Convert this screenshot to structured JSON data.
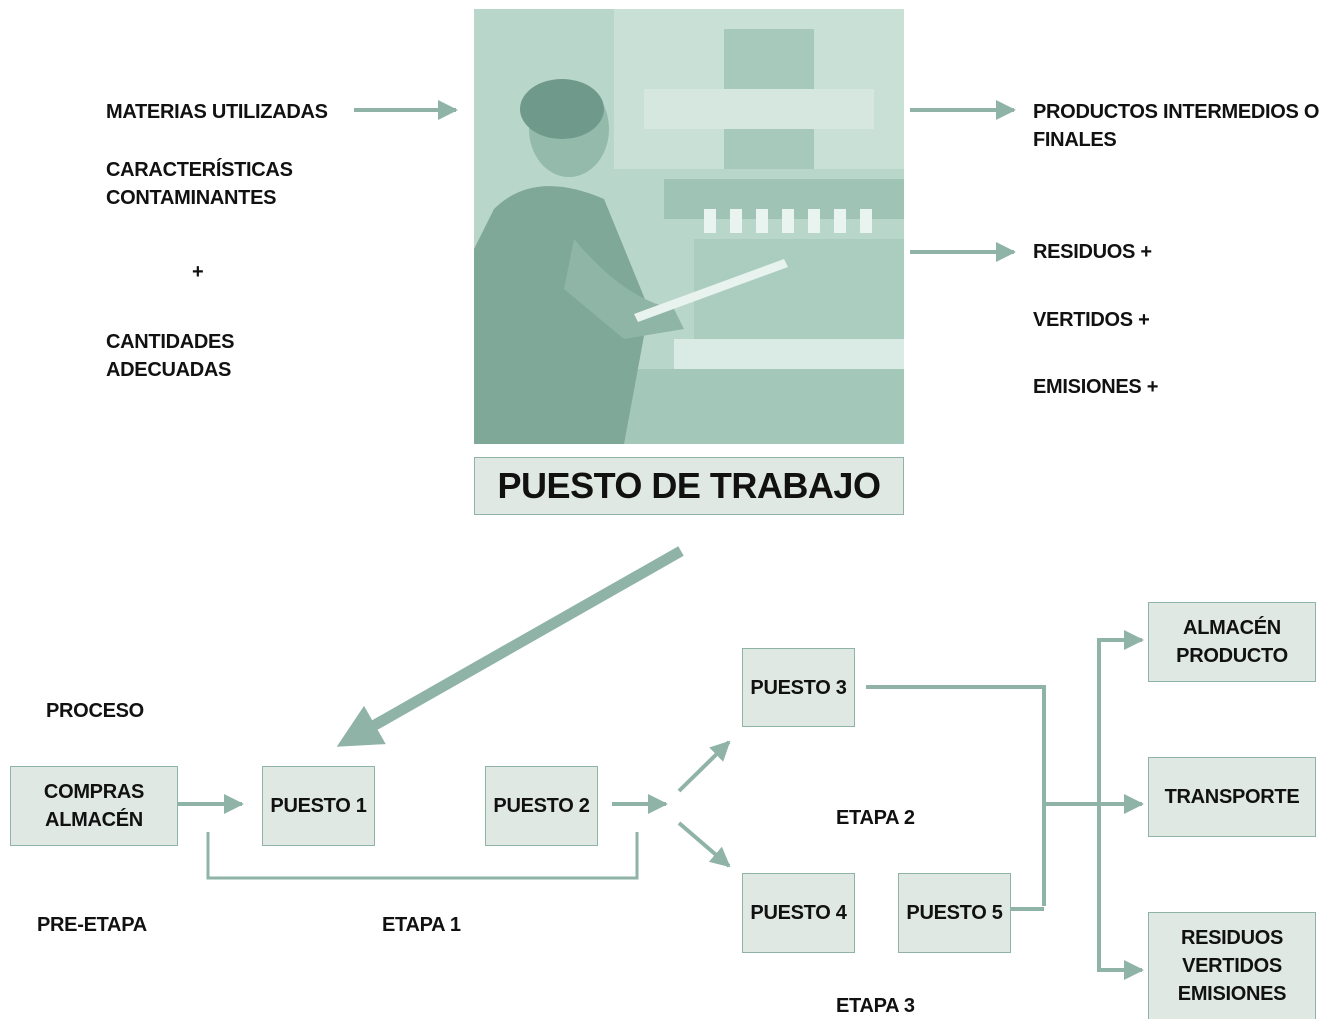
{
  "colors": {
    "accent": "#8fb3a7",
    "box_fill": "#dfe8e3",
    "photo_tint": "#b9d6cb"
  },
  "top": {
    "inputs": {
      "materias": "MATERIAS UTILIZADAS",
      "caracteristicas": "CARACTERÍSTICAS\nCONTAMINANTES",
      "plus": "+",
      "cantidades": "CANTIDADES\nADECUADAS"
    },
    "outputs": {
      "productos": "PRODUCTOS INTERMEDIOS O\nFINALES",
      "residuos": "RESIDUOS +",
      "vertidos": "VERTIDOS +",
      "emisiones": "EMISIONES +"
    },
    "photo": {
      "subject": "worker at industrial press machine"
    },
    "title": "PUESTO DE TRABAJO"
  },
  "process": {
    "proceso": "PROCESO",
    "pre_etapa": "PRE-ETAPA",
    "etapa1": "ETAPA 1",
    "etapa2": "ETAPA 2",
    "etapa3": "ETAPA 3",
    "boxes": {
      "compras": "COMPRAS\nALMACÉN",
      "puesto1": "PUESTO 1",
      "puesto2": "PUESTO 2",
      "puesto3": "PUESTO 3",
      "puesto4": "PUESTO 4",
      "puesto5": "PUESTO 5",
      "almacen_producto": "ALMACÉN\nPRODUCTO",
      "transporte": "TRANSPORTE",
      "residuos": "RESIDUOS\nVERTIDOS\nEMISIONES"
    }
  }
}
